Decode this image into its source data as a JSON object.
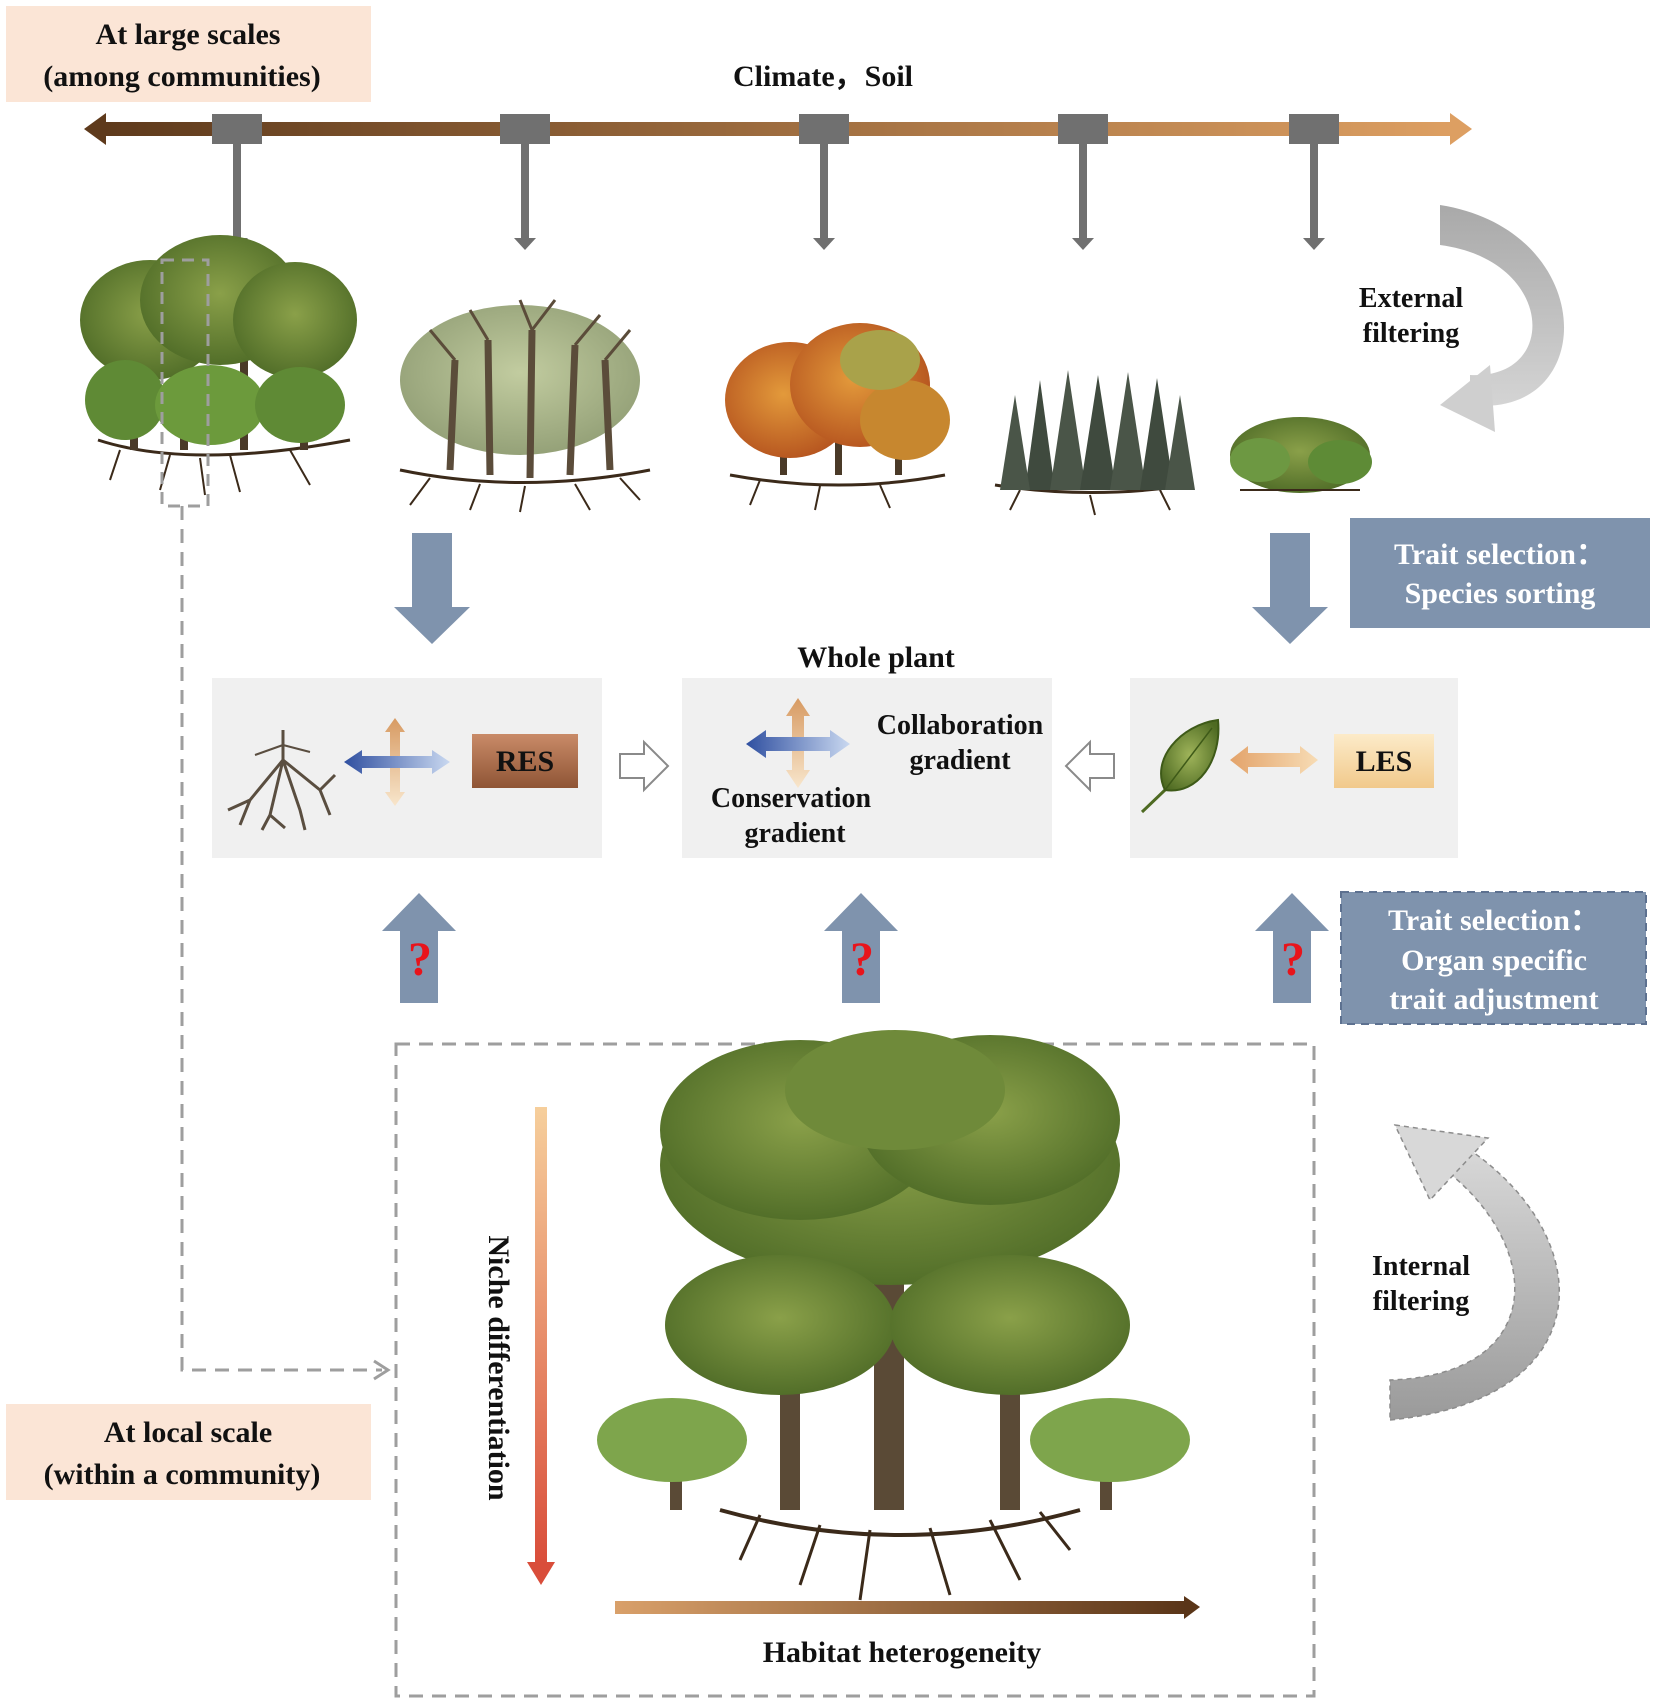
{
  "scale_labels": {
    "large_line1": "At large scales",
    "large_line2": "(among communities)",
    "local_line1": "At local scale",
    "local_line2": "(within a community)"
  },
  "gradient_axis": {
    "label": "Climate，Soil"
  },
  "filtering": {
    "external_line1": "External",
    "external_line2": "filtering",
    "internal_line1": "Internal",
    "internal_line2": "filtering"
  },
  "trait_boxes": {
    "species_line1": "Trait selection：",
    "species_line2": "Species sorting",
    "organ_line1": "Trait selection：",
    "organ_line2": "Organ specific",
    "organ_line3": "trait adjustment"
  },
  "spectra": {
    "res": "RES",
    "les": "LES",
    "whole_plant": "Whole plant",
    "collab_line1": "Collaboration",
    "collab_line2": "gradient",
    "conserv_line1": "Conservation",
    "conserv_line2": "gradient"
  },
  "unknowns": [
    "?",
    "?",
    "?"
  ],
  "local": {
    "niche": "Niche differentiation",
    "habitat": "Habitat heterogeneity"
  },
  "colors": {
    "label_bg": "#fbe5d6",
    "trait_box": "#7f93ad",
    "block_arrow": "#7f93ad",
    "panel_bg": "#f0f0f0",
    "connector": "#707070",
    "axis_dark": "#6b4423",
    "axis_light": "#d89a5c"
  }
}
